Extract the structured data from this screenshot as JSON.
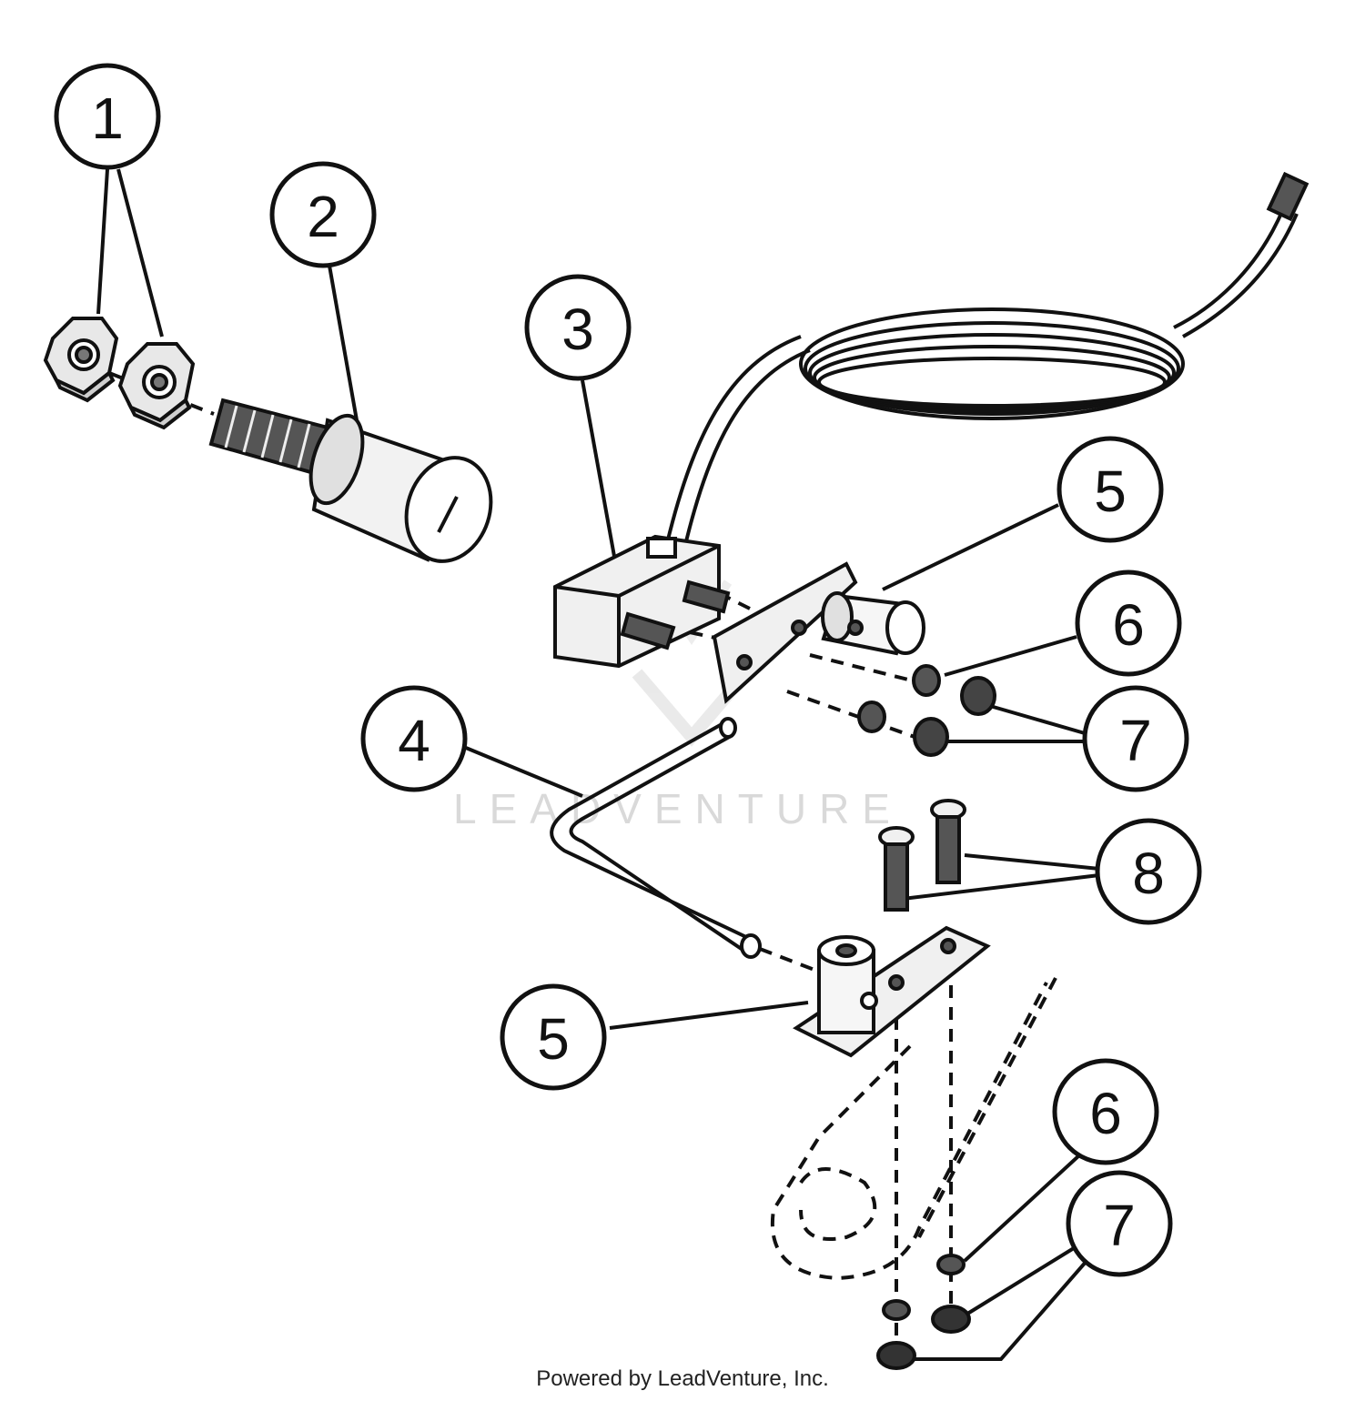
{
  "diagram": {
    "callouts": [
      "1",
      "2",
      "3",
      "5",
      "6",
      "7",
      "4",
      "8",
      "5",
      "6",
      "7"
    ],
    "watermark": "LEADVENTURE",
    "credit": "Powered by LeadVenture, Inc."
  },
  "colors": {
    "ink": "#111111",
    "paper": "#ffffff",
    "part_fill": "#e8e8e8",
    "watermark": "#d9d9d9"
  }
}
